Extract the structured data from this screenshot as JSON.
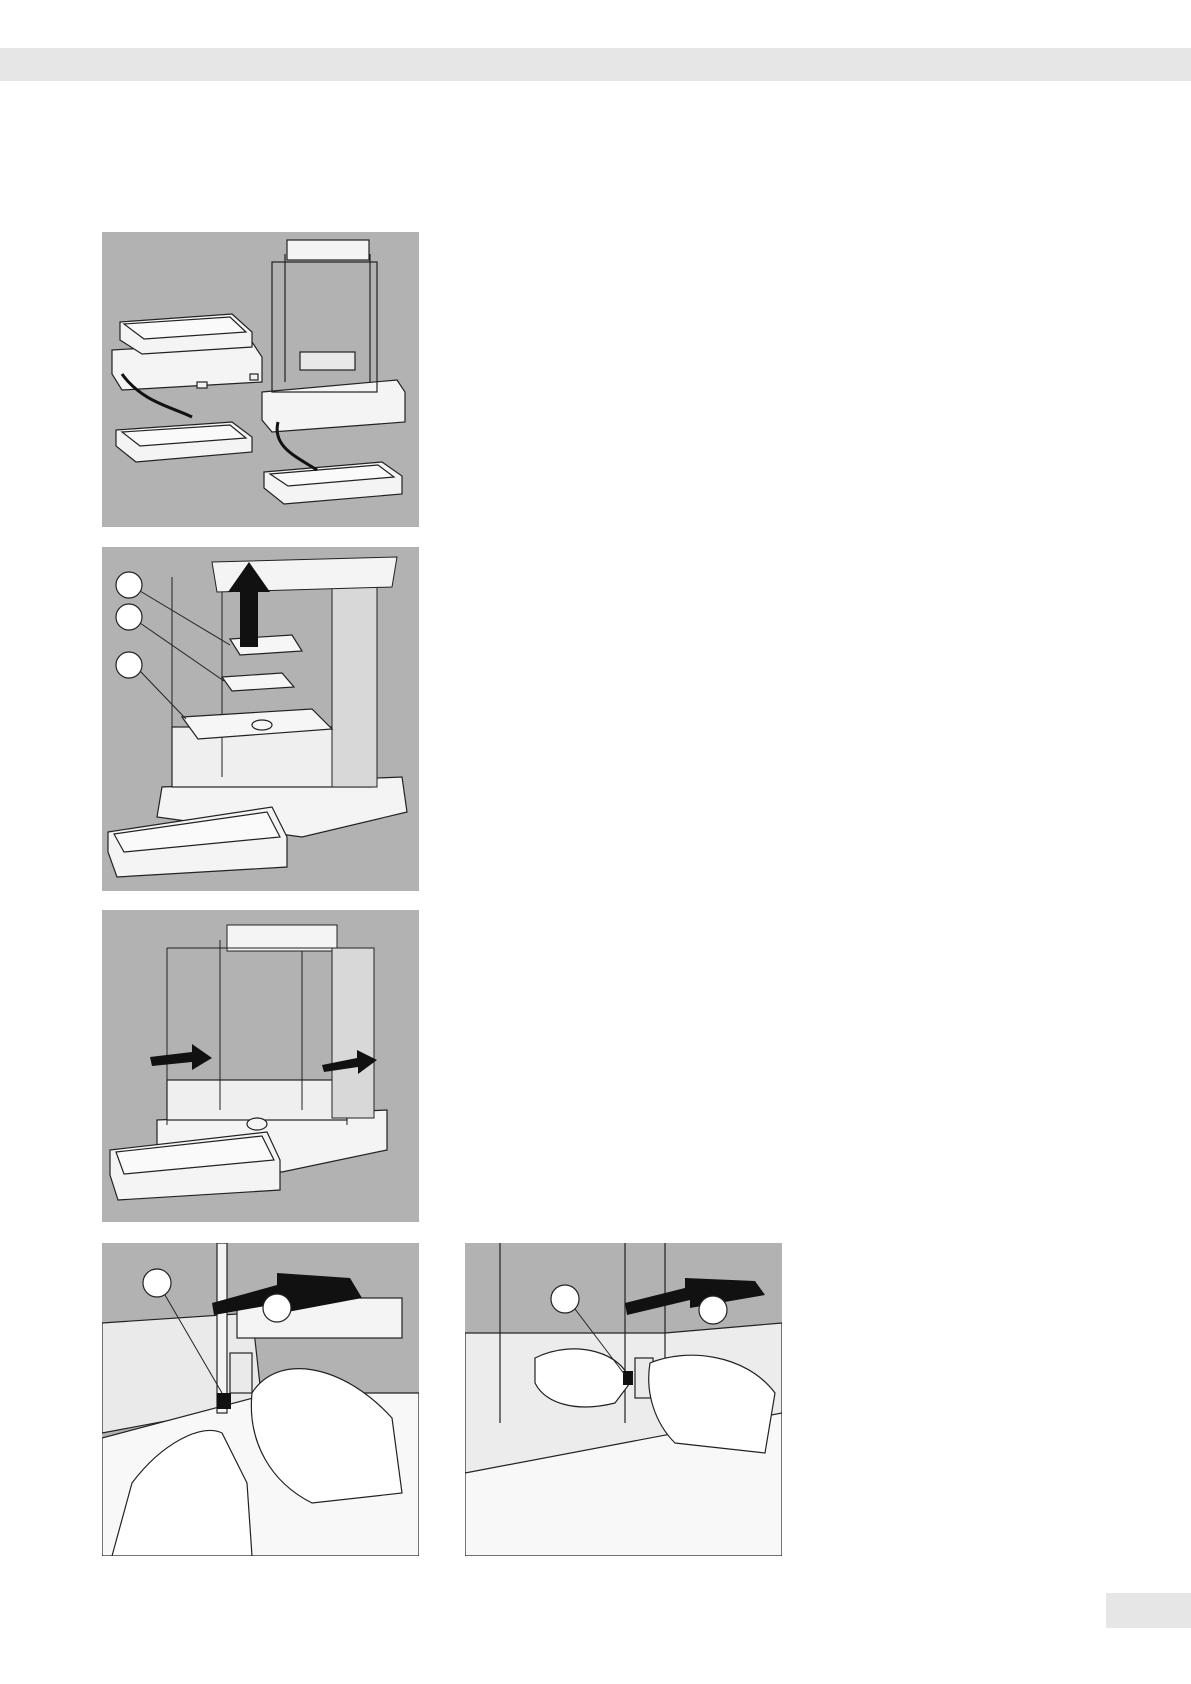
{
  "page": {
    "header_band": "",
    "page_number": ""
  },
  "figures": [
    {
      "id": "fig1",
      "subject": "two-balance-models-with-display-units"
    },
    {
      "id": "fig2",
      "subject": "removing-pan-components-from-draft-shield"
    },
    {
      "id": "fig3",
      "subject": "sliding-draft-shield-side-doors"
    },
    {
      "id": "fig4",
      "subject": "door-latch-left-side-hands"
    },
    {
      "id": "fig5",
      "subject": "door-latch-right-side-hands"
    }
  ],
  "colors": {
    "figure_background": "#b2b2b2",
    "band_gray": "#e6e6e6",
    "line": "#222222",
    "device_fill": "#f4f4f4",
    "arrow": "#111111"
  }
}
